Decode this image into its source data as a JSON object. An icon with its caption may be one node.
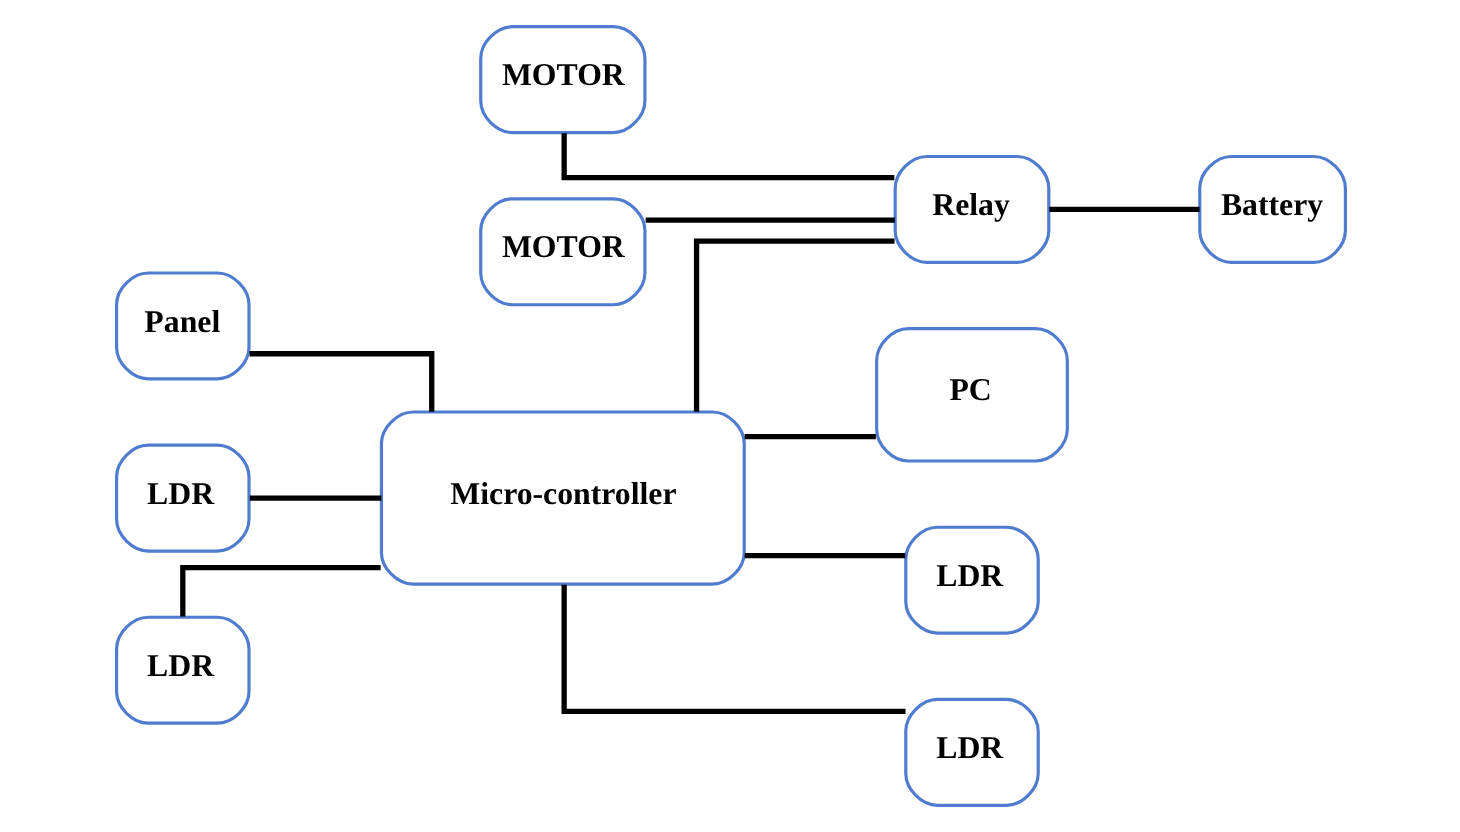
{
  "diagram": {
    "nodes": [
      {
        "text": [
          "Panel"
        ]
      },
      {
        "text": [
          "MOTOR"
        ]
      },
      {
        "text": [
          "MOTOR"
        ]
      },
      {
        "text": [
          "LDR"
        ]
      },
      {
        "text": [
          "Micro-controller"
        ]
      },
      {
        "text": [
          "Relay"
        ]
      },
      {
        "text": [
          "Battery"
        ]
      },
      {
        "text": [
          "LDR"
        ]
      },
      {
        "text": [
          "PC"
        ]
      },
      {
        "text": [
          "LDR"
        ]
      },
      {
        "text": [
          "LDR"
        ]
      }
    ],
    "edges": [
      {
        "from": 0,
        "to": 4,
        "arrow": "none"
      },
      {
        "from": 3,
        "to": 4,
        "arrow": "none"
      },
      {
        "from": 7,
        "to": 4,
        "arrow": "none"
      },
      {
        "from": 4,
        "to": 5,
        "arrow": "none"
      },
      {
        "from": 1,
        "to": 5,
        "arrow": "none"
      },
      {
        "from": 2,
        "to": 5,
        "arrow": "none"
      },
      {
        "from": 5,
        "to": 6,
        "arrow": "none"
      },
      {
        "from": 4,
        "to": 8,
        "arrow": "none"
      },
      {
        "from": 4,
        "to": 9,
        "arrow": "none"
      },
      {
        "from": 4,
        "to": 10,
        "arrow": "none"
      }
    ]
  }
}
